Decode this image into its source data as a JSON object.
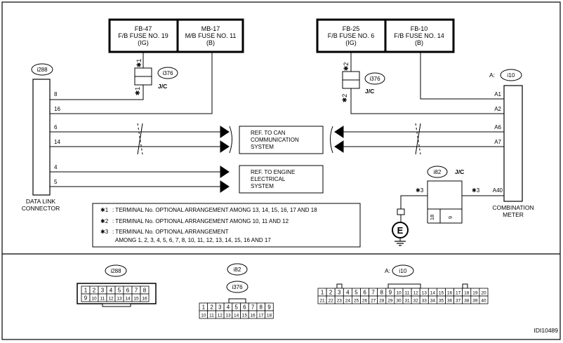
{
  "fuses_left": [
    {
      "id": "FB-47",
      "name": "F/B FUSE NO. 19",
      "supply": "(IG)"
    },
    {
      "id": "MB-17",
      "name": "M/B FUSE NO. 11",
      "supply": "(B)"
    }
  ],
  "fuses_right": [
    {
      "id": "FB-25",
      "name": "F/B FUSE NO. 6",
      "supply": "(IG)"
    },
    {
      "id": "FB-10",
      "name": "F/B FUSE NO. 14",
      "supply": "(B)"
    }
  ],
  "data_link_connector": {
    "id": "i288",
    "label_line1": "DATA LINK",
    "label_line2": "CONNECTOR",
    "pins": [
      "8",
      "16",
      "6",
      "14",
      "4",
      "5"
    ]
  },
  "junction_connector": {
    "id": "i376",
    "label": "J/C",
    "mark_left": "✱1",
    "mark_right": "✱2"
  },
  "combination_meter": {
    "connector_prefix": "A:",
    "id": "i10",
    "label_line1": "COMBINATION",
    "label_line2": "METER",
    "pins": [
      "A1",
      "A2",
      "A6",
      "A7",
      "A40"
    ]
  },
  "ref_boxes": [
    {
      "lines": [
        "REF. TO CAN",
        "COMMUNICATION",
        "SYSTEM"
      ]
    },
    {
      "lines": [
        "REF. TO ENGINE",
        "ELECTRICAL",
        "SYSTEM"
      ]
    }
  ],
  "jc_i82": {
    "id": "i82",
    "label": "J/C",
    "pin_left": "18",
    "pin_right": "9",
    "mark": "✱3"
  },
  "ground_symbol": "E",
  "notes": [
    {
      "mark": "✱1",
      "text": ": TERMINAL No. OPTIONAL ARRANGEMENT AMONG 13, 14, 15, 16, 17 AND 18"
    },
    {
      "mark": "✱2",
      "text": ": TERMINAL No. OPTIONAL ARRANGEMENT AMONG 10, 11 AND 12"
    },
    {
      "mark": "✱3",
      "text": ": TERMINAL No. OPTIONAL ARRANGEMENT",
      "text2": "AMONG 1, 2, 3, 4, 5, 6, 7, 8, 10, 11, 12, 13, 14, 15, 16 AND 17"
    }
  ],
  "connector_views": {
    "i288": {
      "label": "i288",
      "row1": [
        "1",
        "2",
        "3",
        "4",
        "5",
        "6",
        "7",
        "8"
      ],
      "row2": [
        "9",
        "10",
        "11",
        "12",
        "13",
        "14",
        "15",
        "16"
      ]
    },
    "i82": {
      "label1": "i82",
      "label2": "i376",
      "row1": [
        "1",
        "2",
        "3",
        "4",
        "5",
        "6",
        "7",
        "8",
        "9"
      ],
      "row2": [
        "10",
        "11",
        "12",
        "13",
        "14",
        "15",
        "16",
        "17",
        "18"
      ]
    },
    "i10": {
      "prefix": "A:",
      "label": "i10",
      "row1": [
        "1",
        "2",
        "3",
        "4",
        "5",
        "6",
        "7",
        "8",
        "9",
        "10",
        "11",
        "12",
        "13",
        "14",
        "15",
        "16",
        "17",
        "18",
        "19",
        "20"
      ],
      "row2": [
        "21",
        "22",
        "23",
        "24",
        "25",
        "26",
        "27",
        "28",
        "29",
        "30",
        "31",
        "32",
        "33",
        "34",
        "35",
        "36",
        "37",
        "38",
        "39",
        "40"
      ]
    }
  },
  "figure_id": "IDI10489"
}
